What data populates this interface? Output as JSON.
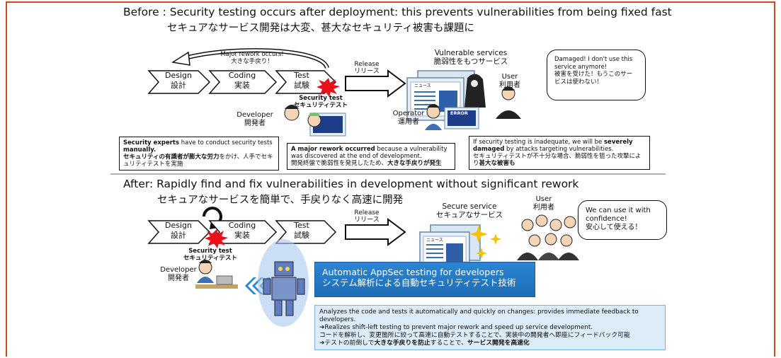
{
  "before": {
    "title": "Before : Security testing occurs after deployment: this prevents vulnerabilities from being fixed fast",
    "subtitle": "セキュアなサービス開発は大変、甚大なセキュリティ被害も課題に",
    "rework_label_en": "Major rework occurs!",
    "rework_label_jp": "大きな手戻り！",
    "process": [
      {
        "en": "Design",
        "jp": "設計"
      },
      {
        "en": "Coding",
        "jp": "実装"
      },
      {
        "en": "Test",
        "jp": "試験"
      }
    ],
    "release_en": "Release",
    "release_jp": "リリース",
    "security_test_en": "Security test",
    "security_test_jp": "セキュリティテスト",
    "developer_en": "Developer",
    "developer_jp": "開発者",
    "vulnerable_en": "Vulnerable services",
    "vulnerable_jp": "脆弱性をもつサービス",
    "user_en": "User",
    "user_jp": "利用者",
    "operator_en": "Operator",
    "operator_jp": "運用者",
    "screen_text_news": "ニュース",
    "screen_text_error": "ERROR",
    "bubble_en": "Damaged! I don't use this service anymore!",
    "bubble_jp": "被害を受けた！もうこのサービスは使わない！",
    "box1_bold_en": "Security experts",
    "box1_en_rest": " have to conduct security tests",
    "box1_bold_en2": "manually.",
    "box1_bold_jp": "セキュリティの有識者が膨大な労力",
    "box1_jp_rest": "をかけ、人手でセキュリティテストを実施",
    "box2_bold_en": "A major rework occurred",
    "box2_en_rest": " because a vulnerability was discovered at the end of development.",
    "box2_jp": "開発終盤で脆弱性を発見したため、",
    "box2_bold_jp": "大きな手戻りが発生",
    "box3_en_a": "If security testing is inadequate, we will be ",
    "box3_bold_en": "severely damaged",
    "box3_en_b": " by attacks targeting vulnerabilities.",
    "box3_jp": "セキュリティテストが不十分な場合、脆弱性を狙った攻撃により",
    "box3_bold_jp": "甚大な被害も"
  },
  "after": {
    "title": "After: Rapidly find and fix vulnerabilities in development without significant rework",
    "subtitle": "セキュアなサービスを簡単で、手戻りなく高速に開発",
    "process": [
      {
        "en": "Design",
        "jp": "設計"
      },
      {
        "en": "Coding",
        "jp": "実装"
      },
      {
        "en": "Test",
        "jp": "試験"
      }
    ],
    "release_en": "Release",
    "release_jp": "リリース",
    "security_test_en": "Security test",
    "security_test_jp": "セキュリティテスト",
    "developer_en": "Developer",
    "developer_jp": "開発者",
    "secure_en": "Secure service",
    "secure_jp": "セキュアなサービス",
    "screen_text_news": "ニュース",
    "user_en": "User",
    "user_jp": "利用者",
    "bubble_en": "We can use it with confidence!",
    "bubble_jp": "安心して使える！",
    "blue_en": "Automatic AppSec testing for developers",
    "blue_jp": "システム解析による自動セキュリティテスト技術",
    "desc_line1": "Analyzes the code and tests it automatically and quickly on changes: provides immediate feedback to developers.",
    "desc_line2": "➔Realizes shift-left testing to prevent major rework and speed up service development.",
    "desc_line3": "コードを解析し、変更箇所に絞って高速に自動テストすることで、実装中の開発者へ即座にフィードバック可能",
    "desc_line4_a": "➔テストの前倒しで",
    "desc_line4_b": "大きな手戻りを防止",
    "desc_line4_c": "することで、",
    "desc_line4_d": "サービス開発を高速化"
  },
  "colors": {
    "frame": "#d04a1c",
    "blue_box": "#2b86d1",
    "light_box": "#dcecf8",
    "explosion": "#e8101a"
  }
}
